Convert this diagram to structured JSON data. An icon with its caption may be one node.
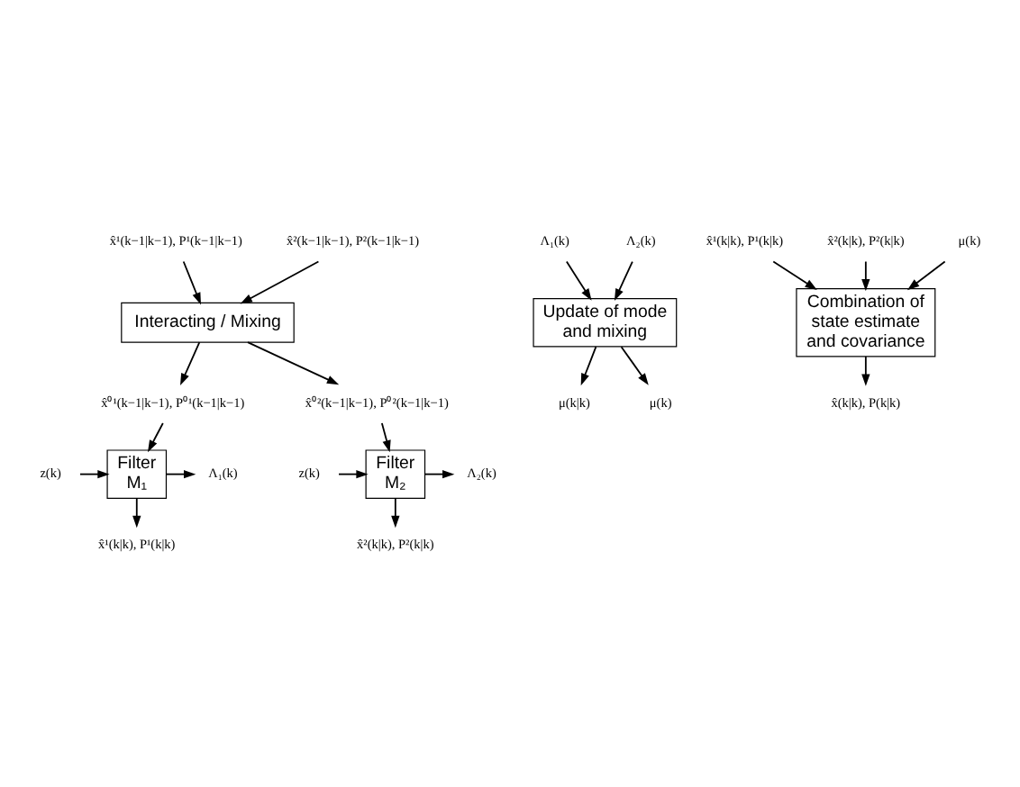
{
  "diagram": {
    "nodes": [
      {
        "text": [
          "x̂¹(k−1|k−1), P¹(k−1|k−1)"
        ]
      },
      {
        "text": [
          "x̂²(k−1|k−1), P²(k−1|k−1)"
        ]
      },
      {
        "text": [
          "Interacting / Mixing"
        ]
      },
      {
        "text": [
          "x̂⁰¹(k−1|k−1), P⁰¹(k−1|k−1)"
        ]
      },
      {
        "text": [
          "x̂⁰²(k−1|k−1), P⁰²(k−1|k−1)"
        ]
      },
      {
        "text": [
          "z(k)"
        ]
      },
      {
        "text": [
          "Filter",
          "M₁"
        ]
      },
      {
        "text": [
          "Λ₁(k)"
        ]
      },
      {
        "text": [
          "x̂¹(k|k), P¹(k|k)"
        ]
      },
      {
        "text": [
          "z(k)"
        ]
      },
      {
        "text": [
          "Filter",
          "M₂"
        ]
      },
      {
        "text": [
          "Λ₂(k)"
        ]
      },
      {
        "text": [
          "x̂²(k|k), P²(k|k)"
        ]
      },
      {
        "text": [
          "Λ₁(k)"
        ]
      },
      {
        "text": [
          "Λ₂(k)"
        ]
      },
      {
        "text": [
          "Update of mode and mixing"
        ]
      },
      {
        "text": [
          "μ(k|k)"
        ]
      },
      {
        "text": [
          "μ(k)"
        ]
      },
      {
        "text": [
          "x̂¹(k|k), P¹(k|k)"
        ]
      },
      {
        "text": [
          "x̂²(k|k), P²(k|k)"
        ]
      },
      {
        "text": [
          "μ(k)"
        ]
      },
      {
        "text": [
          "Combination of state estimate and covariance"
        ]
      },
      {
        "text": [
          "x̂(k|k), P(k|k)"
        ]
      }
    ],
    "edges": [
      {
        "from": 0,
        "to": 2,
        "arrow": "to"
      },
      {
        "from": 1,
        "to": 2,
        "arrow": "to"
      },
      {
        "from": 2,
        "to": 3,
        "arrow": "to"
      },
      {
        "from": 2,
        "to": 4,
        "arrow": "to"
      },
      {
        "from": 3,
        "to": 6,
        "arrow": "to"
      },
      {
        "from": 4,
        "to": 10,
        "arrow": "to"
      },
      {
        "from": 5,
        "to": 6,
        "arrow": "to"
      },
      {
        "from": 6,
        "to": 7,
        "arrow": "to"
      },
      {
        "from": 6,
        "to": 8,
        "arrow": "to"
      },
      {
        "from": 9,
        "to": 10,
        "arrow": "to"
      },
      {
        "from": 10,
        "to": 11,
        "arrow": "to"
      },
      {
        "from": 10,
        "to": 12,
        "arrow": "to"
      },
      {
        "from": 13,
        "to": 15,
        "arrow": "to"
      },
      {
        "from": 14,
        "to": 15,
        "arrow": "to"
      },
      {
        "from": 15,
        "to": 16,
        "arrow": "to"
      },
      {
        "from": 15,
        "to": 17,
        "arrow": "to"
      },
      {
        "from": 18,
        "to": 21,
        "arrow": "to"
      },
      {
        "from": 19,
        "to": 21,
        "arrow": "to"
      },
      {
        "from": 20,
        "to": 21,
        "arrow": "to"
      },
      {
        "from": 21,
        "to": 22,
        "arrow": "to"
      }
    ]
  }
}
